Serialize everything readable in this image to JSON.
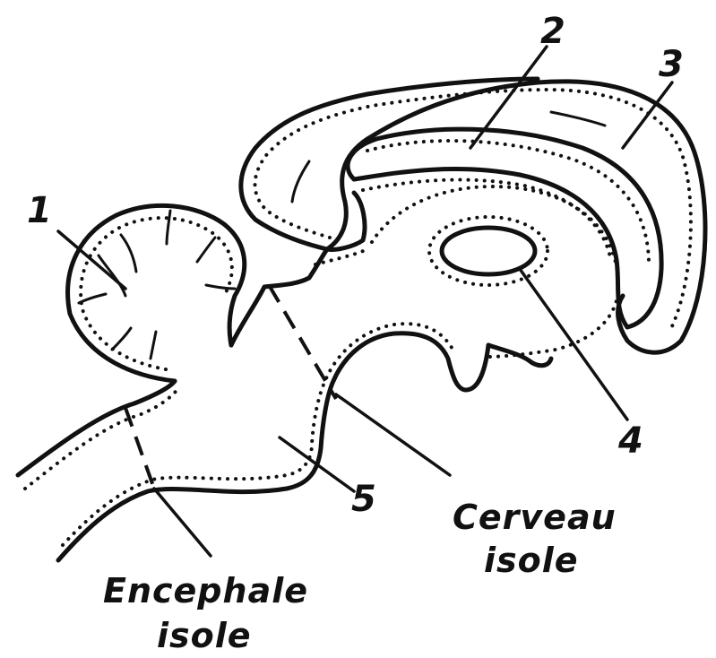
{
  "labels": {
    "n1": "1",
    "n2": "2",
    "n3": "3",
    "n4": "4",
    "n5": "5"
  },
  "captions": {
    "cerveau_line1": "Cerveau",
    "cerveau_line2": "isole",
    "encephale_line1": "Encephale",
    "encephale_line2": "isole"
  }
}
